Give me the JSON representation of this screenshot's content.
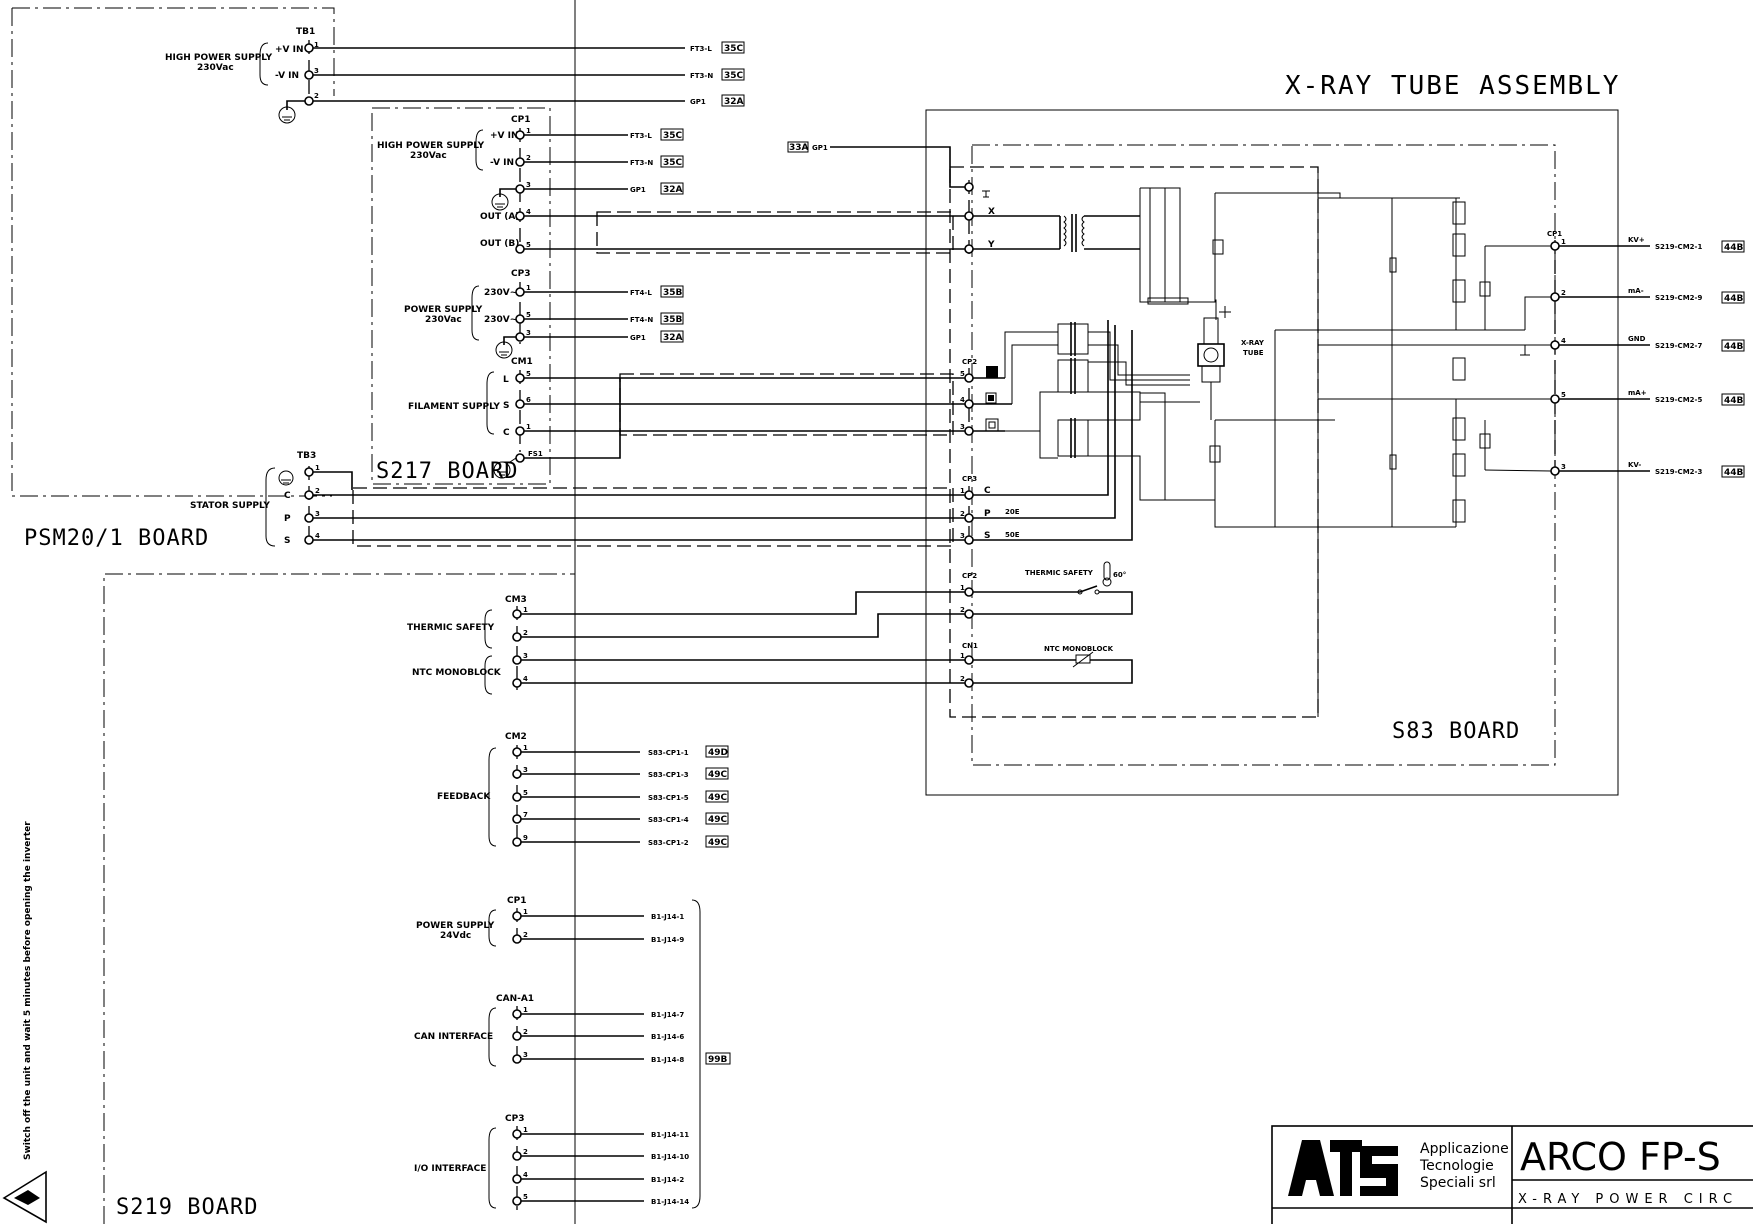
{
  "title": "X-RAY TUBE ASSEMBLY",
  "boards": {
    "psm": "PSM20/1 BOARD",
    "s217": "S217 BOARD",
    "s219": "S219 BOARD",
    "s83": "S83 BOARD"
  },
  "tb1": {
    "name": "TB1",
    "group": [
      "HIGH POWER SUPPLY",
      "230Vac"
    ],
    "pins": [
      {
        "label": "+V IN",
        "num": "1",
        "dest": "FT3-L",
        "ref": "35C"
      },
      {
        "label": "-V IN",
        "num": "3",
        "dest": "FT3-N",
        "ref": "35C"
      },
      {
        "label": "",
        "num": "2",
        "dest": "GP1",
        "ref": "32A"
      }
    ]
  },
  "cp1_s217": {
    "name": "CP1",
    "group": [
      "HIGH POWER SUPPLY",
      "230Vac"
    ],
    "pins": [
      {
        "label": "+V IN",
        "num": "1",
        "dest": "FT3-L",
        "ref": "35C"
      },
      {
        "label": "-V IN",
        "num": "2",
        "dest": "FT3-N",
        "ref": "35C"
      },
      {
        "label": "",
        "num": "3",
        "dest": "GP1",
        "ref": "32A"
      },
      {
        "label": "OUT (A)",
        "num": "4"
      },
      {
        "label": "OUT (B)",
        "num": "5"
      }
    ]
  },
  "cp3_s217": {
    "name": "CP3",
    "group": [
      "POWER SUPPLY",
      "230Vac"
    ],
    "pins": [
      {
        "label": "230V~",
        "num": "1",
        "dest": "FT4-L",
        "ref": "35B"
      },
      {
        "label": "230V~",
        "num": "5",
        "dest": "FT4-N",
        "ref": "35B"
      },
      {
        "label": "",
        "num": "3",
        "dest": "GP1",
        "ref": "32A"
      }
    ]
  },
  "cm1": {
    "name": "CM1",
    "group": "FILAMENT SUPPLY",
    "pins": [
      {
        "label": "L",
        "num": "5"
      },
      {
        "label": "S",
        "num": "6"
      },
      {
        "label": "C",
        "num": "1"
      }
    ],
    "fs1": "FS1"
  },
  "tb3": {
    "name": "TB3",
    "group": "STATOR SUPPLY",
    "pins": [
      {
        "label": "",
        "num": "1"
      },
      {
        "label": "C",
        "num": "2"
      },
      {
        "label": "P",
        "num": "3"
      },
      {
        "label": "S",
        "num": "4"
      }
    ]
  },
  "gp1_in": {
    "ref": "33A",
    "label": "GP1"
  },
  "s83_left": {
    "xy": [
      {
        "label": "X"
      },
      {
        "label": "Y"
      }
    ],
    "cp2_top": {
      "name": "CP2",
      "pins": [
        "5",
        "4",
        "3"
      ]
    },
    "cp3": {
      "name": "CP3",
      "pins": [
        {
          "num": "1",
          "label": "C",
          "note": ""
        },
        {
          "num": "2",
          "label": "P",
          "note": "20E"
        },
        {
          "num": "3",
          "label": "S",
          "note": "50E"
        }
      ]
    },
    "cp2_bot": {
      "name": "CP2",
      "pins": [
        "1",
        "2"
      ],
      "device": "THERMIC SAFETY",
      "temp": "60°"
    },
    "cn1": {
      "name": "CN1",
      "pins": [
        "1",
        "2"
      ],
      "device": "NTC MONOBLOCK"
    }
  },
  "tube_label": [
    "X-RAY",
    "TUBE"
  ],
  "cp1_out": {
    "name": "CP1",
    "pins": [
      {
        "num": "1",
        "sig": "KV+",
        "dest": "S219-CM2-1",
        "ref": "44B"
      },
      {
        "num": "2",
        "sig": "mA-",
        "dest": "S219-CM2-9",
        "ref": "44B"
      },
      {
        "num": "4",
        "sig": "GND",
        "dest": "S219-CM2-7",
        "ref": "44B"
      },
      {
        "num": "5",
        "sig": "mA+",
        "dest": "S219-CM2-5",
        "ref": "44B"
      },
      {
        "num": "3",
        "sig": "KV-",
        "dest": "S219-CM2-3",
        "ref": "44B"
      }
    ]
  },
  "cm3": {
    "name": "CM3",
    "groups": [
      "THERMIC SAFETY",
      "NTC MONOBLOCK"
    ],
    "pins": [
      "1",
      "2",
      "3",
      "4"
    ]
  },
  "cm2": {
    "name": "CM2",
    "group": "FEEDBACK",
    "pins": [
      {
        "num": "1",
        "dest": "S83-CP1-1",
        "ref": "49D"
      },
      {
        "num": "3",
        "dest": "S83-CP1-3",
        "ref": "49C"
      },
      {
        "num": "5",
        "dest": "S83-CP1-5",
        "ref": "49C"
      },
      {
        "num": "7",
        "dest": "S83-CP1-4",
        "ref": "49C"
      },
      {
        "num": "9",
        "dest": "S83-CP1-2",
        "ref": "49C"
      }
    ]
  },
  "cp1_s219": {
    "name": "CP1",
    "group": [
      "POWER SUPPLY",
      "24Vdc"
    ],
    "pins": [
      {
        "num": "1",
        "dest": "B1-J14-1"
      },
      {
        "num": "2",
        "dest": "B1-J14-9"
      }
    ]
  },
  "can": {
    "name": "CAN-A1",
    "group": "CAN INTERFACE",
    "pins": [
      {
        "num": "1",
        "dest": "B1-J14-7"
      },
      {
        "num": "2",
        "dest": "B1-J14-6"
      },
      {
        "num": "3",
        "dest": "B1-J14-8"
      }
    ],
    "ref": "99B"
  },
  "cp3_s219": {
    "name": "CP3",
    "group": "I/O INTERFACE",
    "pins": [
      {
        "num": "1",
        "dest": "B1-J14-11"
      },
      {
        "num": "2",
        "dest": "B1-J14-10"
      },
      {
        "num": "4",
        "dest": "B1-J14-2"
      },
      {
        "num": "5",
        "dest": "B1-J14-14"
      }
    ]
  },
  "warning": "Switch off the unit and wait 5 minutes before opening the inverter",
  "title_block": {
    "company": [
      "Applicazione",
      "Tecnologie",
      "Speciali srl"
    ],
    "product": "ARCO FP-S",
    "subtitle": "X-RAY POWER CIRC"
  }
}
